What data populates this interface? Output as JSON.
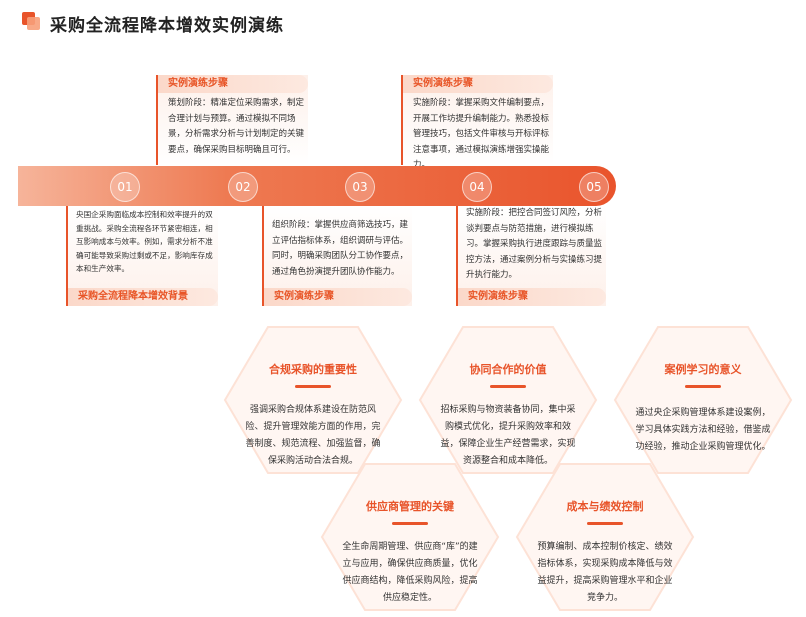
{
  "title": "采购全流程降本增效实例演练",
  "timeline": [
    "01",
    "02",
    "03",
    "04",
    "05"
  ],
  "steps": {
    "top1": {
      "head": "实例演练步骤",
      "text": "策划阶段：精准定位采购需求，制定合理计划与预算。通过模拟不同场景，分析需求分析与计划制定的关键要点，确保采购目标明确且可行。"
    },
    "top2": {
      "head": "实例演练步骤",
      "text": "实施阶段：掌握采购文件编制要点，开展工作坊提升编制能力。熟悉投标管理技巧，包括文件审核与开标评标注意事项，通过模拟演练增强实操能力。"
    },
    "bottom1": {
      "head": "采购全流程降本增效背景",
      "text": "央国企采购面临成本控制和效率提升的双重挑战。采购全流程各环节紧密相连，相互影响成本与效率。例如，需求分析不准确可能导致采购过剩或不足，影响库存成本和生产效率。"
    },
    "bottom2": {
      "head": "实例演练步骤",
      "text": "组织阶段：掌握供应商筛选技巧，建立评估指标体系，组织调研与评估。同时，明确采购团队分工协作要点，通过角色扮演提升团队协作能力。"
    },
    "bottom3": {
      "head": "实例演练步骤",
      "text": "实施阶段：把控合同签订风险，分析谈判要点与防范措施，进行模拟练习。掌握采购执行进度跟踪与质量监控方法，通过案例分析与实操练习提升执行能力。"
    }
  },
  "hexes": [
    {
      "title": "合规采购的重要性",
      "text": "强调采购合规体系建设在防范风险、提升管理效能方面的作用，完善制度、规范流程、加强监督，确保采购活动合法合规。"
    },
    {
      "title": "协同合作的价值",
      "text": "招标采购与物资装备协同，集中采购模式优化，提升采购效率和效益，保障企业生产经营需求，实现资源整合和成本降低。"
    },
    {
      "title": "案例学习的意义",
      "text": "通过央企采购管理体系建设案例，学习具体实践方法和经验，借鉴成功经验，推动企业采购管理优化。"
    },
    {
      "title": "供应商管理的关键",
      "text": "全生命周期管理、供应商“库”的建立与应用，确保供应商质量，优化供应商结构，降低采购风险，提高供应稳定性。"
    },
    {
      "title": "成本与绩效控制",
      "text": "预算编制、成本控制价核定、绩效指标体系，实现采购成本降低与效益提升，提高采购管理水平和企业竞争力。"
    }
  ],
  "colors": {
    "accent": "#e8542a",
    "light": "#fde9e0"
  }
}
